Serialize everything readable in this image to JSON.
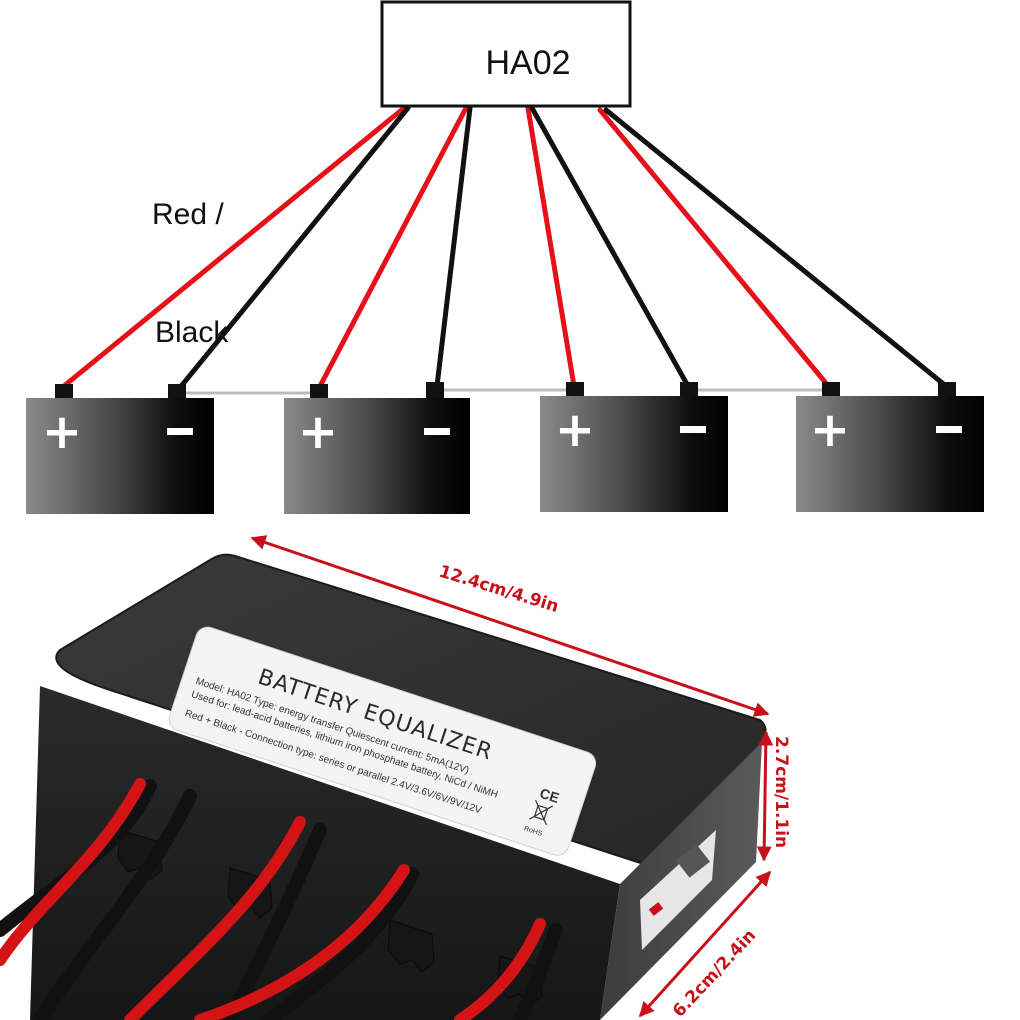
{
  "diagram": {
    "controller_label": "HA02",
    "wire_label_line1": "Red /",
    "wire_label_line2": "Black",
    "batteries": [
      {
        "plus": "+",
        "minus": "-"
      },
      {
        "plus": "+",
        "minus": "-"
      },
      {
        "plus": "+",
        "minus": "-"
      },
      {
        "plus": "+",
        "minus": "-"
      }
    ]
  },
  "product": {
    "label_title": "BATTERY EQUALIZER",
    "label_line1": "Model: HA02   Type: energy transfer   Quiescent current: 5mA(12V)",
    "label_line2": "Used for: lead-acid batteries, lithium iron phosphate battery, NiCd / NiMH",
    "label_line3": "Red + Black -   Connection type: series or parallel  2.4V/3.6V/6V/9V/12V",
    "ce_mark": "CE",
    "rohs_mark": "RoHS",
    "dim_length": "12.4cm/4.9in",
    "dim_height": "2.7cm/1.1in",
    "dim_width": "6.2cm/2.4in"
  },
  "colors": {
    "wire_red": "#e5101a",
    "wire_black": "#111111",
    "dimension": "#c8101a",
    "housing": "#2d2d2d"
  }
}
